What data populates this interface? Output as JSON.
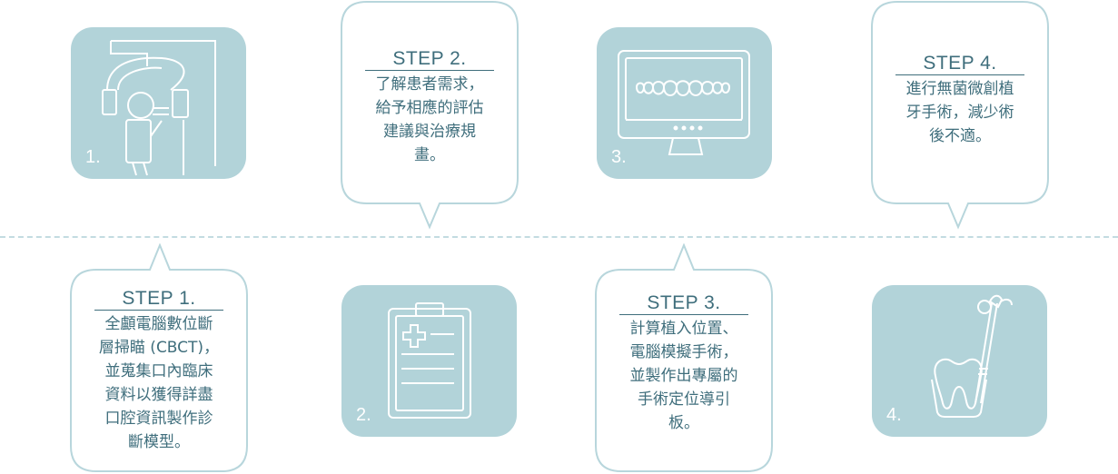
{
  "colors": {
    "tile": "#b2d3d9",
    "text": "#3f6e7c",
    "border": "#b8d6dc"
  },
  "tiles": [
    {
      "number": "1.",
      "icon": "cbct-scanner-icon"
    },
    {
      "number": "2.",
      "icon": "clipboard-medical-icon"
    },
    {
      "number": "3.",
      "icon": "monitor-teeth-icon"
    },
    {
      "number": "4.",
      "icon": "tooth-implant-icon"
    }
  ],
  "steps": [
    {
      "title": "STEP 1.",
      "lines": [
        "全顱電腦數位斷",
        "層掃瞄 (CBCT)，",
        "並蒐集口內臨床",
        "資料以獲得詳盡",
        "口腔資訊製作診",
        "斷模型。"
      ]
    },
    {
      "title": "STEP 2.",
      "lines": [
        "了解患者需求，",
        "給予相應的評估",
        "建議與治療規",
        "畫。"
      ]
    },
    {
      "title": "STEP 3.",
      "lines": [
        "計算植入位置、",
        "電腦模擬手術，",
        "並製作出專屬的",
        "手術定位導引",
        "板。"
      ]
    },
    {
      "title": "STEP 4.",
      "lines": [
        "進行無菌微創植",
        "牙手術，減少術",
        "後不適。"
      ]
    }
  ]
}
